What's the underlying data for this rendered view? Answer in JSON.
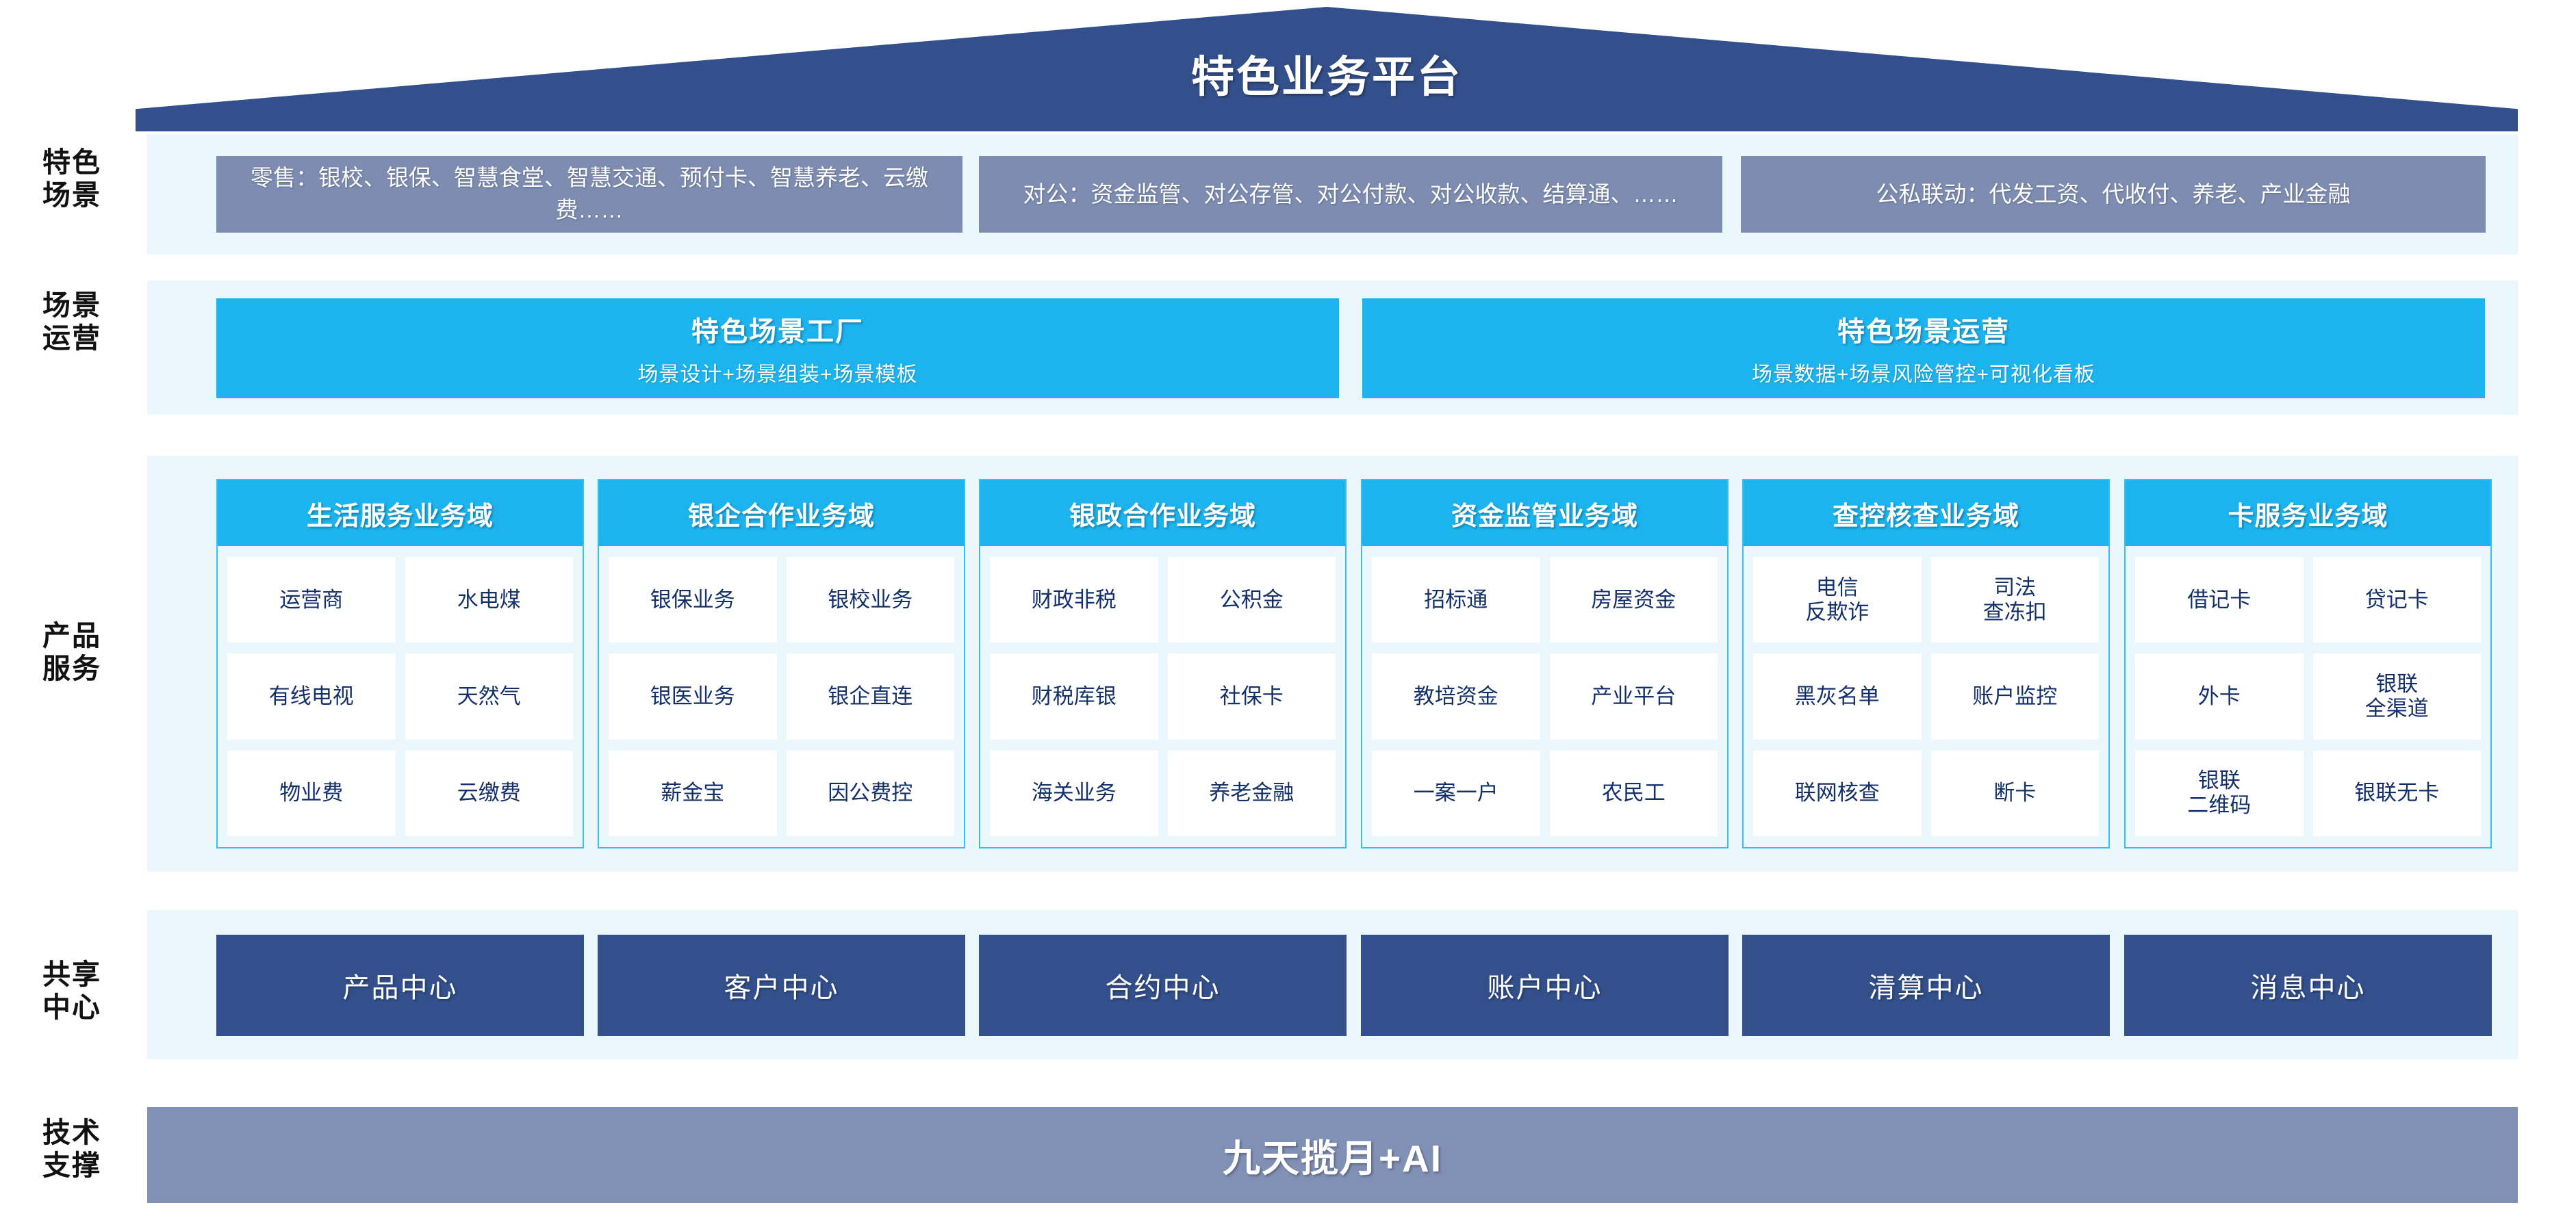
{
  "header": {
    "title": "特色业务平台"
  },
  "rows": {
    "scenario_label": [
      "特色",
      "场景"
    ],
    "operation_label": [
      "场景",
      "运营"
    ],
    "product_label": [
      "产品",
      "服务"
    ],
    "center_label": [
      "共享",
      "中心"
    ],
    "tech_label": [
      "技术",
      "支撑"
    ]
  },
  "scenarios": [
    {
      "text": "零售：银校、银保、智慧食堂、智慧交通、预付卡、智慧养老、云缴费……"
    },
    {
      "text": "对公：资金监管、对公存管、对公付款、对公收款、结算通、……"
    },
    {
      "text": "公私联动：代发工资、代收付、养老、产业金融"
    }
  ],
  "operations": [
    {
      "title": "特色场景工厂",
      "subtitle": "场景设计+场景组装+场景模板"
    },
    {
      "title": "特色场景运营",
      "subtitle": "场景数据+场景风险管控+可视化看板"
    }
  ],
  "domains": [
    {
      "title": "生活服务业务域",
      "items": [
        "运营商",
        "水电煤",
        "有线电视",
        "天然气",
        "物业费",
        "云缴费"
      ]
    },
    {
      "title": "银企合作业务域",
      "items": [
        "银保业务",
        "银校业务",
        "银医业务",
        "银企直连",
        "薪金宝",
        "因公费控"
      ]
    },
    {
      "title": "银政合作业务域",
      "items": [
        "财政非税",
        "公积金",
        "财税库银",
        "社保卡",
        "海关业务",
        "养老金融"
      ]
    },
    {
      "title": "资金监管业务域",
      "items": [
        "招标通",
        "房屋资金",
        "教培资金",
        "产业平台",
        "一案一户",
        "农民工"
      ]
    },
    {
      "title": "查控核查业务域",
      "items": [
        "电信\n反欺诈",
        "司法\n查冻扣",
        "黑灰名单",
        "账户监控",
        "联网核查",
        "断卡"
      ]
    },
    {
      "title": "卡服务业务域",
      "items": [
        "借记卡",
        "贷记卡",
        "外卡",
        "银联\n全渠道",
        "银联\n二维码",
        "银联无卡"
      ]
    }
  ],
  "centers": [
    {
      "label": "产品中心"
    },
    {
      "label": "客户中心"
    },
    {
      "label": "合约中心"
    },
    {
      "label": "账户中心"
    },
    {
      "label": "清算中心"
    },
    {
      "label": "消息中心"
    }
  ],
  "tech": {
    "label": "九天揽月+AI"
  },
  "colors": {
    "roof": "#33508c",
    "band": "#eaf7fd",
    "scenario_box": "#7d8cb0",
    "cyan": "#1cb4ef",
    "center_box": "#33508c",
    "tech_bar": "#8190b5",
    "cell_text": "#14306b"
  }
}
